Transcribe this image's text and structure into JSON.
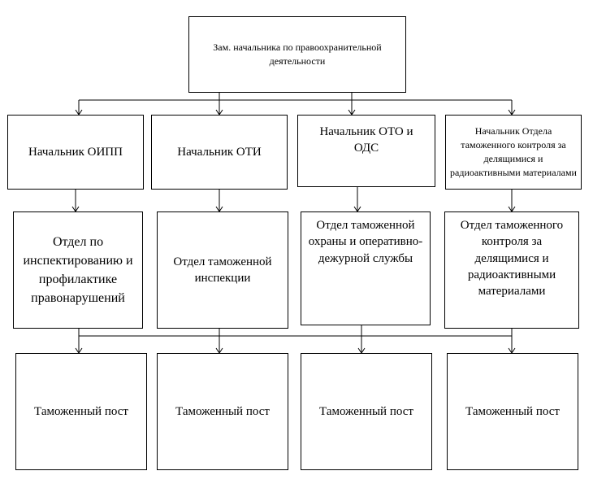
{
  "diagram": {
    "root": {
      "label": "Зам. начальника по правоохранительной деятельности"
    },
    "heads": [
      {
        "label": "Начальник ОИПП"
      },
      {
        "label": "Начальник ОТИ"
      },
      {
        "label": "Начальник ОТО и ОДС"
      },
      {
        "label": "Начальник Отдела таможенного контроля за делящимися и радиоактивными материалами"
      }
    ],
    "departments": [
      {
        "label": "Отдел по инспектированию и профилактике правонарушений"
      },
      {
        "label": "Отдел таможенной инспекции"
      },
      {
        "label": "Отдел таможенной охраны и оперативно-дежурной службы"
      },
      {
        "label": "Отдел таможенного контроля за делящимися и радиоактивными материалами"
      }
    ],
    "posts": [
      {
        "label": "Таможенный пост"
      },
      {
        "label": "Таможенный пост"
      },
      {
        "label": "Таможенный пост"
      },
      {
        "label": "Таможенный пост"
      }
    ]
  }
}
